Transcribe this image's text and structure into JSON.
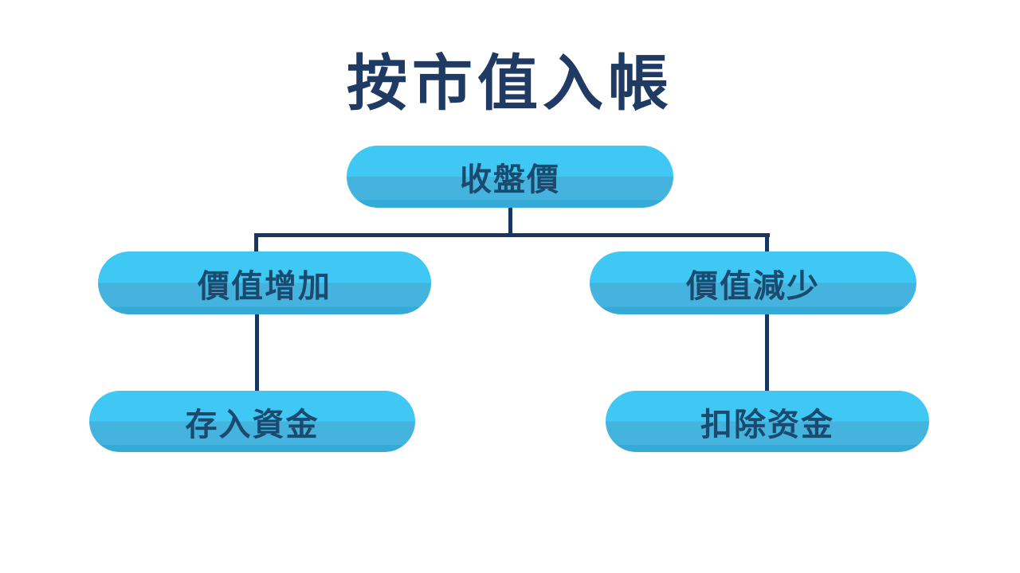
{
  "diagram": {
    "type": "tree",
    "title": "按市值入帳",
    "nodes": {
      "root": {
        "label": "收盤價",
        "children": [
          "value_increase",
          "value_decrease"
        ]
      },
      "value_increase": {
        "label": "價值增加",
        "children": [
          "deposit_funds"
        ]
      },
      "value_decrease": {
        "label": "價值減少",
        "children": [
          "deduct_funds"
        ]
      },
      "deposit_funds": {
        "label": "存入資金",
        "children": []
      },
      "deduct_funds": {
        "label": "扣除资金",
        "children": []
      }
    }
  },
  "colors": {
    "background": "#ffffff",
    "title_text": "#1f3a63",
    "node_text": "#1b4a6e",
    "node_fill_top": "#3ec8f3",
    "node_fill_bottom": "#44b4df",
    "node_fill_edge": "#36aad6",
    "connector": "#17375e"
  }
}
